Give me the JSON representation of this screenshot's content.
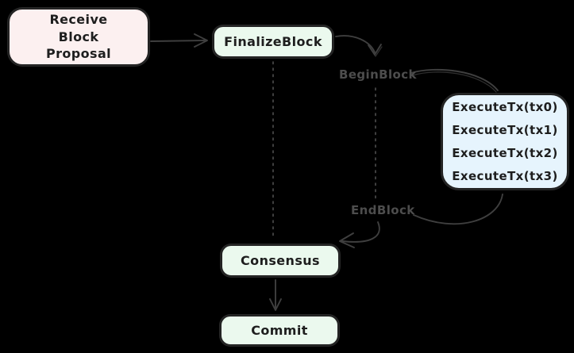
{
  "canvas": {
    "background": "#000000"
  },
  "colors": {
    "arrow": "#3f3f3f",
    "dotted": "#4f4f4f",
    "edge_label": "#4d4d4d",
    "node_text": "#1e1e1e",
    "node_border": "#232323"
  },
  "nodes": {
    "receive_proposal": {
      "label": "Receive Block Proposal",
      "fill": "#FCF0F0"
    },
    "finalize_block": {
      "label": "FinalizeBlock",
      "fill": "#EBF9EE"
    },
    "execute_tx": {
      "fill": "#E6F4FD",
      "lines": [
        "ExecuteTx(tx0)",
        "ExecuteTx(tx1)",
        "ExecuteTx(tx2)",
        "ExecuteTx(tx3)"
      ]
    },
    "consensus": {
      "label": "Consensus",
      "fill": "#EBF9EE"
    },
    "commit": {
      "label": "Commit",
      "fill": "#EBF9EE"
    }
  },
  "edge_labels": {
    "begin_block": "BeginBlock",
    "end_block": "EndBlock"
  }
}
